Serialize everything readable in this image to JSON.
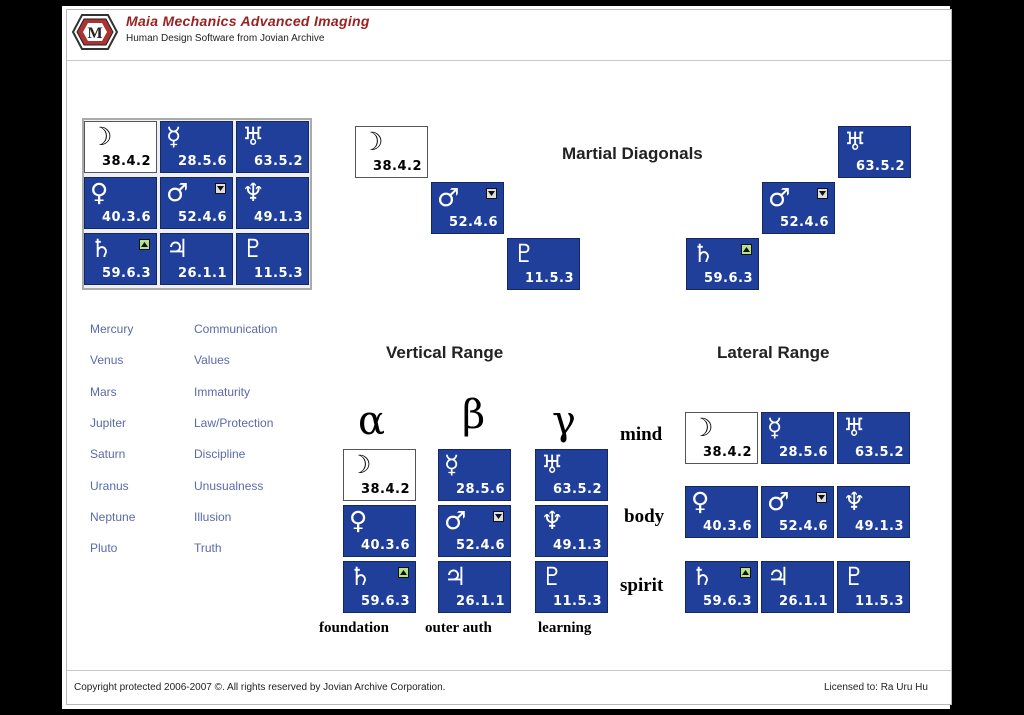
{
  "header": {
    "brand": "Maia Mechanics Advanced Imaging",
    "tagline": "Human Design Software from Jovian Archive",
    "logo_letter": "M"
  },
  "planet_symbols": {
    "moon": "☽",
    "mercury": "☿",
    "uranus": "♅",
    "venus": "♀",
    "mars": "♂",
    "neptune": "♆",
    "saturn": "♄",
    "jupiter": "♃",
    "pluto": "♇"
  },
  "gates": {
    "moon": "38.4.2",
    "mercury": "28.5.6",
    "uranus": "63.5.2",
    "venus": "40.3.6",
    "mars": "52.4.6",
    "neptune": "49.1.3",
    "saturn": "59.6.3",
    "jupiter": "26.1.1",
    "pluto": "11.5.3"
  },
  "arrows": {
    "mars": "down",
    "saturn": "up"
  },
  "sections": {
    "martial_diagonals": "Martial Diagonals",
    "vertical_range": "Vertical Range",
    "lateral_range": "Lateral Range"
  },
  "vertical_columns": [
    {
      "greek": "α",
      "label": "foundation"
    },
    {
      "greek": "β",
      "label": "outer auth"
    },
    {
      "greek": "γ",
      "label": "learning"
    }
  ],
  "lateral_rows": [
    "mind",
    "body",
    "spirit"
  ],
  "legend": [
    {
      "planet": "Mercury",
      "meaning": "Communication"
    },
    {
      "planet": "Venus",
      "meaning": "Values"
    },
    {
      "planet": "Mars",
      "meaning": "Immaturity"
    },
    {
      "planet": "Jupiter",
      "meaning": "Law/Protection"
    },
    {
      "planet": "Saturn",
      "meaning": "Discipline"
    },
    {
      "planet": "Uranus",
      "meaning": "Unusualness"
    },
    {
      "planet": "Neptune",
      "meaning": "Illusion"
    },
    {
      "planet": "Pluto",
      "meaning": "Truth"
    }
  ],
  "footer": {
    "copyright": "Copyright protected 2006-2007 ©. All rights reserved by Jovian Archive Corporation.",
    "license": "Licensed to: Ra Uru Hu"
  },
  "colors": {
    "cell_blue": "#1f3f9a",
    "brand_red": "#9a2222",
    "legend_blue": "#5a6aa8"
  }
}
